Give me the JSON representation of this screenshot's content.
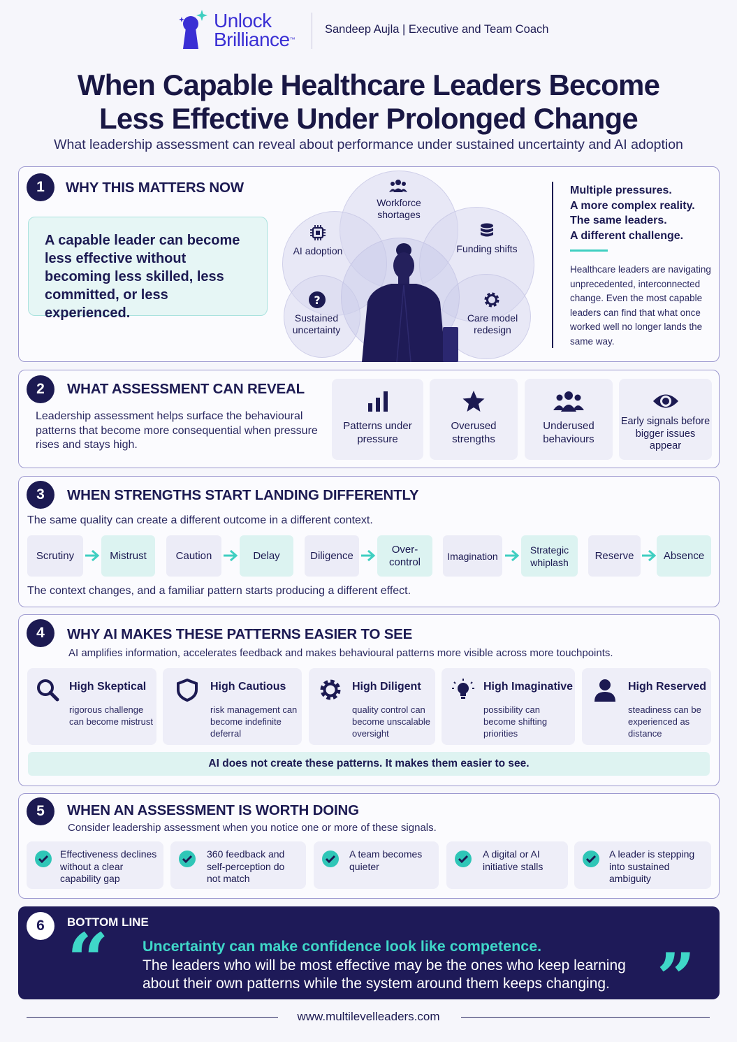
{
  "header": {
    "logo_line1": "Unlock",
    "logo_line2": "Brilliance",
    "logo_tm": "™",
    "coach": "Sandeep Aujla | Executive and Team Coach",
    "title_line1": "When Capable Healthcare Leaders Become",
    "title_line2": "Less Effective Under Prolonged Change",
    "subtitle": "What leadership assessment can reveal about performance under sustained uncertainty and AI adoption"
  },
  "s1": {
    "num": "1",
    "heading": "WHY THIS MATTERS NOW",
    "quote": "A capable leader can become less effective without becoming less skilled, less committed, or less experienced.",
    "pressures": {
      "workforce": "Workforce shortages",
      "funding": "Funding shifts",
      "ai": "AI adoption",
      "uncertainty": "Sustained uncertainty",
      "care": "Care model redesign"
    },
    "right_heading": [
      "Multiple pressures.",
      "A more complex reality.",
      "The same leaders.",
      "A different challenge."
    ],
    "right_text": "Healthcare leaders are navigating unprecedented, interconnected change. Even the most capable leaders can find that what once worked well no longer lands the same way."
  },
  "s2": {
    "num": "2",
    "heading": "WHAT ASSESSMENT CAN REVEAL",
    "text": "Leadership assessment helps surface the behavioural patterns that become more consequential when pressure rises and stays high.",
    "cards": [
      "Patterns under pressure",
      "Overused strengths",
      "Underused behaviours",
      "Early signals before bigger issues appear"
    ]
  },
  "s3": {
    "num": "3",
    "heading": "WHEN STRENGTHS START LANDING DIFFERENTLY",
    "intro": "The same quality can create a different outcome in a different context.",
    "pairs": [
      {
        "from": "Scrutiny",
        "to": "Mistrust"
      },
      {
        "from": "Caution",
        "to": "Delay"
      },
      {
        "from": "Diligence",
        "to": "Over-control"
      },
      {
        "from": "Imagination",
        "to": "Strategic whiplash"
      },
      {
        "from": "Reserve",
        "to": "Absence"
      }
    ],
    "outro": "The context changes, and a familiar pattern starts producing a different effect."
  },
  "s4": {
    "num": "4",
    "heading": "WHY AI MAKES THESE PATTERNS EASIER TO SEE",
    "intro": "AI amplifies information, accelerates feedback and makes behavioural patterns more visible across more touchpoints.",
    "cards": [
      {
        "title": "High Skeptical",
        "text": "rigorous challenge can become mistrust"
      },
      {
        "title": "High Cautious",
        "text": "risk management can become indefinite deferral"
      },
      {
        "title": "High Diligent",
        "text": "quality control can become unscalable oversight"
      },
      {
        "title": "High Imaginative",
        "text": "possibility can become shifting priorities"
      },
      {
        "title": "High Reserved",
        "text": "steadiness can be experienced as distance"
      }
    ],
    "bar": "AI does not create these patterns. It makes them easier to see."
  },
  "s5": {
    "num": "5",
    "heading": "WHEN AN ASSESSMENT IS WORTH DOING",
    "intro": "Consider leadership assessment when you notice one or more of these signals.",
    "signals": [
      "Effectiveness declines without a clear capability gap",
      "360 feedback and self-perception do not match",
      "A team becomes quieter",
      "A digital or AI initiative stalls",
      "A leader is stepping into sustained ambiguity"
    ]
  },
  "s6": {
    "num": "6",
    "heading": "BOTTOM LINE",
    "open_quote": "“",
    "close_quote": "”",
    "highlight": "Uncertainty can make confidence look like competence.",
    "text": "The leaders who will be most effective may be the ones who keep learning about their own patterns while the system around them keeps changing."
  },
  "footer": {
    "url": "www.multilevelleaders.com"
  },
  "colors": {
    "navy": "#1c1a52",
    "teal": "#3fcfc1",
    "accent": "#3a2fd4",
    "card": "#eeeef8"
  }
}
